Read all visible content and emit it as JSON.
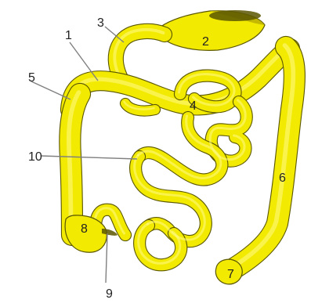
{
  "diagram": {
    "colors": {
      "organ_fill": "#f2ea00",
      "organ_outline": "#5a5600",
      "organ_highlight": "#fff98a",
      "organ_shadow": "#b8ad00",
      "leader_line": "#7f7f7f",
      "label_text": "#222222"
    },
    "labels": [
      {
        "id": "l1",
        "text": "1"
      },
      {
        "id": "l2",
        "text": "2"
      },
      {
        "id": "l3",
        "text": "3"
      },
      {
        "id": "l4",
        "text": "4"
      },
      {
        "id": "l5",
        "text": "5"
      },
      {
        "id": "l6",
        "text": "6"
      },
      {
        "id": "l7",
        "text": "7"
      },
      {
        "id": "l8",
        "text": "8"
      },
      {
        "id": "l9",
        "text": "9"
      },
      {
        "id": "l10",
        "text": "10"
      }
    ]
  }
}
